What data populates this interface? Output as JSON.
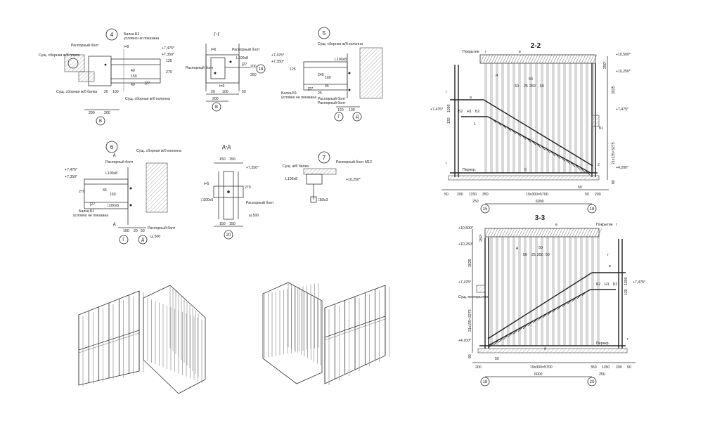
{
  "details": {
    "d4": {
      "num": "4",
      "labels": [
        "Распорный болт",
        "Балка Б1",
        "условно не показана",
        "Сущ. сборная ж/б плита",
        "Сущ. сборная ж/б балка",
        "Сущ. сборная ж/б колонна"
      ],
      "marks": [
        "+7,475*",
        "+7,350*",
        "125",
        "270",
        "20",
        "100",
        "40",
        "150",
        "40",
        "[27",
        "t=8",
        "200",
        "200"
      ],
      "axis": "В"
    },
    "gg": {
      "title": "г-г",
      "labels": [
        "Распорный болт",
        "Распорный болт"
      ],
      "marks": [
        "t=6",
        "t=6",
        "L100x8",
        "[27",
        "200",
        "250",
        "20",
        "100",
        "50",
        "200",
        "t=6"
      ],
      "axes": [
        "18",
        "В"
      ]
    },
    "d5": {
      "num": "5",
      "labels": [
        "Сущ. сборная ж/б колонна",
        "Балка Б1",
        "условно не показана",
        "Распорный болт",
        "Распорный болт"
      ],
      "marks": [
        "+7,475*",
        "+7,350*",
        "L100x8",
        "125",
        "245",
        "160",
        "45",
        "[27",
        "25",
        "120",
        "100"
      ],
      "axes": [
        "Г",
        "Д"
      ]
    },
    "d6": {
      "num": "6",
      "labels": [
        "Распорный болт",
        "Сущ. сборная ж/б колонна",
        "L100x8",
        "Балка Б1",
        "условно не показана",
        "Распорный болт",
        "ш.500"
      ],
      "marks": [
        "д",
        "д",
        "+7,475*",
        "+7,350*",
        "270",
        "45",
        "160",
        "[27",
        "□100x5",
        "100",
        "20",
        "50"
      ],
      "axes": [
        "Г",
        "Д"
      ]
    },
    "dd": {
      "title": "д-д",
      "labels": [
        "Распорный болт",
        "ш.500"
      ],
      "marks": [
        "150",
        "150",
        "+7,350*",
        "t=5",
        "270",
        "□100x5",
        "150",
        "150"
      ],
      "axis": "20"
    },
    "d7": {
      "num": "7",
      "labels": [
        "Сущ. ж/б балка",
        "Распорный болт М12"
      ],
      "marks": [
        "L100x8",
        "+10,250*",
        "□50x3"
      ]
    }
  },
  "section22": {
    "title": "2-2",
    "labels": [
      "Покрытие",
      "г",
      "в",
      "д",
      "Б2",
      "Н1",
      "Б2",
      "Б1",
      "Перекр.",
      "б",
      "а",
      "1",
      "2",
      "г",
      "г"
    ],
    "levels": [
      "+10,500*",
      "+10,250*",
      "+7,475*",
      "+4,200*"
    ],
    "vdims": [
      "250*",
      "3025",
      "21x135=3275",
      "1000",
      "120",
      "80"
    ],
    "dims_top": [
      "50",
      "25",
      "250",
      "50",
      "50"
    ],
    "dims_bottom": [
      "50",
      "200",
      "1150",
      "350",
      "19x300=5700",
      "50",
      "200"
    ],
    "dim_total": "6000",
    "dim_small": [
      "250",
      "50"
    ],
    "axes": [
      "15",
      "18"
    ]
  },
  "section33": {
    "title": "3-3",
    "labels": [
      "Покрытие",
      "г",
      "в",
      "д",
      "г",
      "в",
      "Б2",
      "Н1",
      "Б2",
      "Сущ. перекрытия",
      "Перекр.",
      "б",
      "г"
    ],
    "levels": [
      "+10,500*",
      "+10,250*",
      "+7,475*",
      "+7,475*",
      "+4,200*"
    ],
    "vdims": [
      "250*",
      "3025",
      "21x155=3275",
      "1000",
      "120",
      "80"
    ],
    "dims_top": [
      "50",
      "50",
      "25",
      "250",
      "50"
    ],
    "dims_bottom": [
      "200",
      "50",
      "19x300=5700",
      "350",
      "1150",
      "200",
      "50"
    ],
    "dim_total": "6000",
    "dim_small": [
      "250"
    ],
    "axes": [
      "18",
      "20"
    ]
  }
}
